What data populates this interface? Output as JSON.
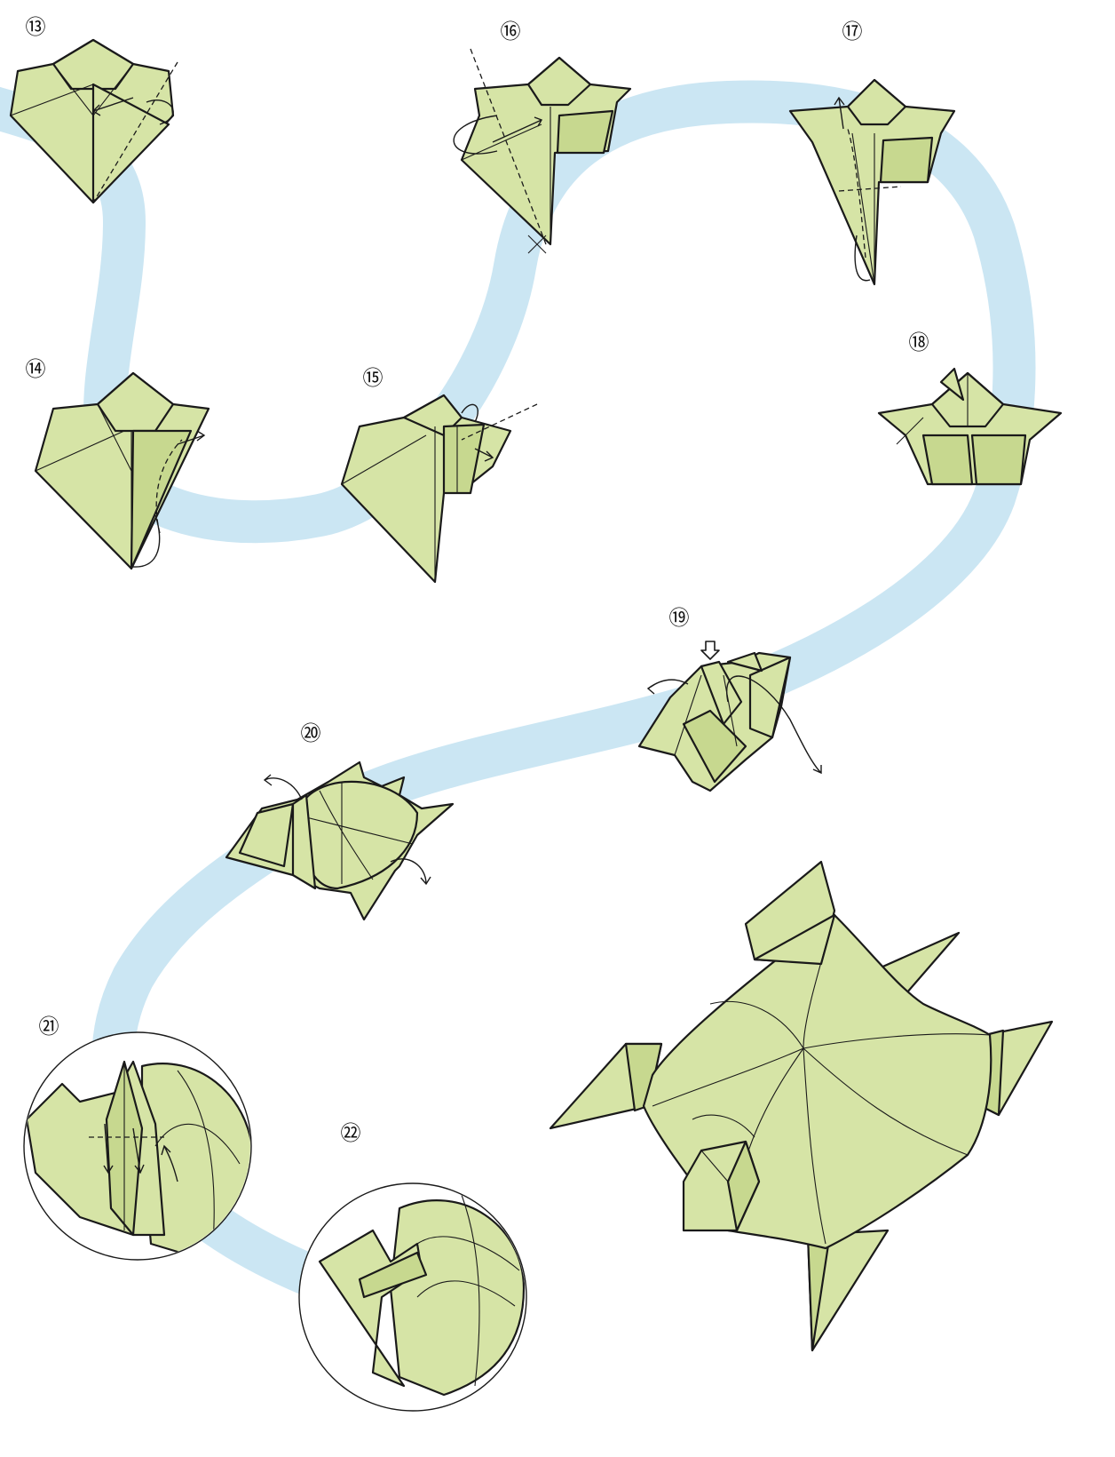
{
  "diagram": {
    "steps": [
      {
        "id": "13",
        "label": "⑬"
      },
      {
        "id": "14",
        "label": "⑭"
      },
      {
        "id": "15",
        "label": "⑮"
      },
      {
        "id": "16",
        "label": "⑯"
      },
      {
        "id": "17",
        "label": "⑰"
      },
      {
        "id": "18",
        "label": "⑱"
      },
      {
        "id": "19",
        "label": "⑲"
      },
      {
        "id": "20",
        "label": "⑳"
      },
      {
        "id": "21",
        "label": "㉑"
      },
      {
        "id": "22",
        "label": "㉒"
      }
    ]
  },
  "colors": {
    "paper": "#d6e4a6",
    "outline": "#1a1a1a",
    "path_band": "#cbe6f3",
    "background": "#ffffff"
  }
}
